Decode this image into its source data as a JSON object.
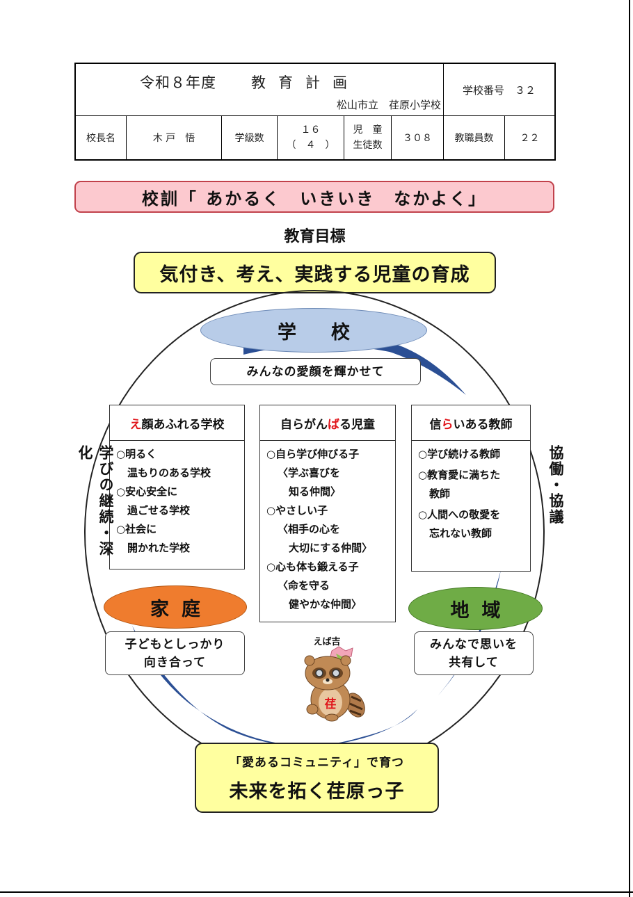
{
  "header": {
    "title_year": "令和８年度",
    "title_main": "教育計画",
    "school_name": "松山市立　荏原小学校",
    "school_number_label": "学校番号　３２",
    "principal_label": "校長名",
    "principal_name": "木 戸　悟",
    "classes_label": "学級数",
    "classes_value": "１６",
    "classes_sub": "（　４　）",
    "students_label_1": "児　童",
    "students_label_2": "生徒数",
    "students_value": "３０８",
    "staff_label": "教職員数",
    "staff_value": "２２"
  },
  "motto": "校訓「 あかるく　いきいき　なかよく」",
  "goal_heading": "教育目標",
  "goal": "気付き、考え、実践する児童の育成",
  "school": {
    "label": "学校",
    "message": "みんなの愛顔を輝かせて"
  },
  "columns": [
    {
      "head_red": "え",
      "head_rest": "顔あふれる学校",
      "items": [
        {
          "l1": "○明るく",
          "l2": "温もりのある学校"
        },
        {
          "l1": "○安心安全に",
          "l2": "過ごせる学校"
        },
        {
          "l1": "○社会に",
          "l2": "開かれた学校"
        }
      ]
    },
    {
      "head_pre": "自らがん",
      "head_red": "ば",
      "head_rest": "る児童",
      "items": [
        {
          "l1": "○自ら学び伸びる子",
          "l2": "〈学ぶ喜びを",
          "l3": "知る仲間〉"
        },
        {
          "l1": "○やさしい子",
          "l2": "〈相手の心を",
          "l3": "大切にする仲間〉"
        },
        {
          "l1": "○心も体も鍛える子",
          "l2": "〈命を守る",
          "l3": "健やかな仲間〉"
        }
      ]
    },
    {
      "head_pre": "信",
      "head_red": "ら",
      "head_rest": "いある教師",
      "items": [
        {
          "l1": "○学び続ける教師"
        },
        {
          "l1": "○教育愛に満ちた",
          "l2": "教師"
        },
        {
          "l1": "○人間への敬愛を",
          "l2": "忘れない教師"
        }
      ]
    }
  ],
  "side_left": "学びの継続・深化",
  "side_right": "協働・協議",
  "home": {
    "label": "家庭",
    "message_1": "子どもとしっかり",
    "message_2": "向き合って"
  },
  "area": {
    "label": "地域",
    "message_1": "みんなで思いを",
    "message_2": "共有して"
  },
  "mascot": {
    "name": "えば吉",
    "chest_char": "荏"
  },
  "vision": {
    "line1": "「愛あるコミュニティ」で育つ",
    "line2": "未来を拓く荏原っ子"
  },
  "colors": {
    "motto_bg": "#fcc9cf",
    "goal_bg": "#ffff9f",
    "school_ellipse": "#b8cce8",
    "home_ellipse": "#ef7c2e",
    "area_ellipse": "#6fac46",
    "ring_blue": "#2b4f94",
    "accent_red": "#e0141a"
  }
}
